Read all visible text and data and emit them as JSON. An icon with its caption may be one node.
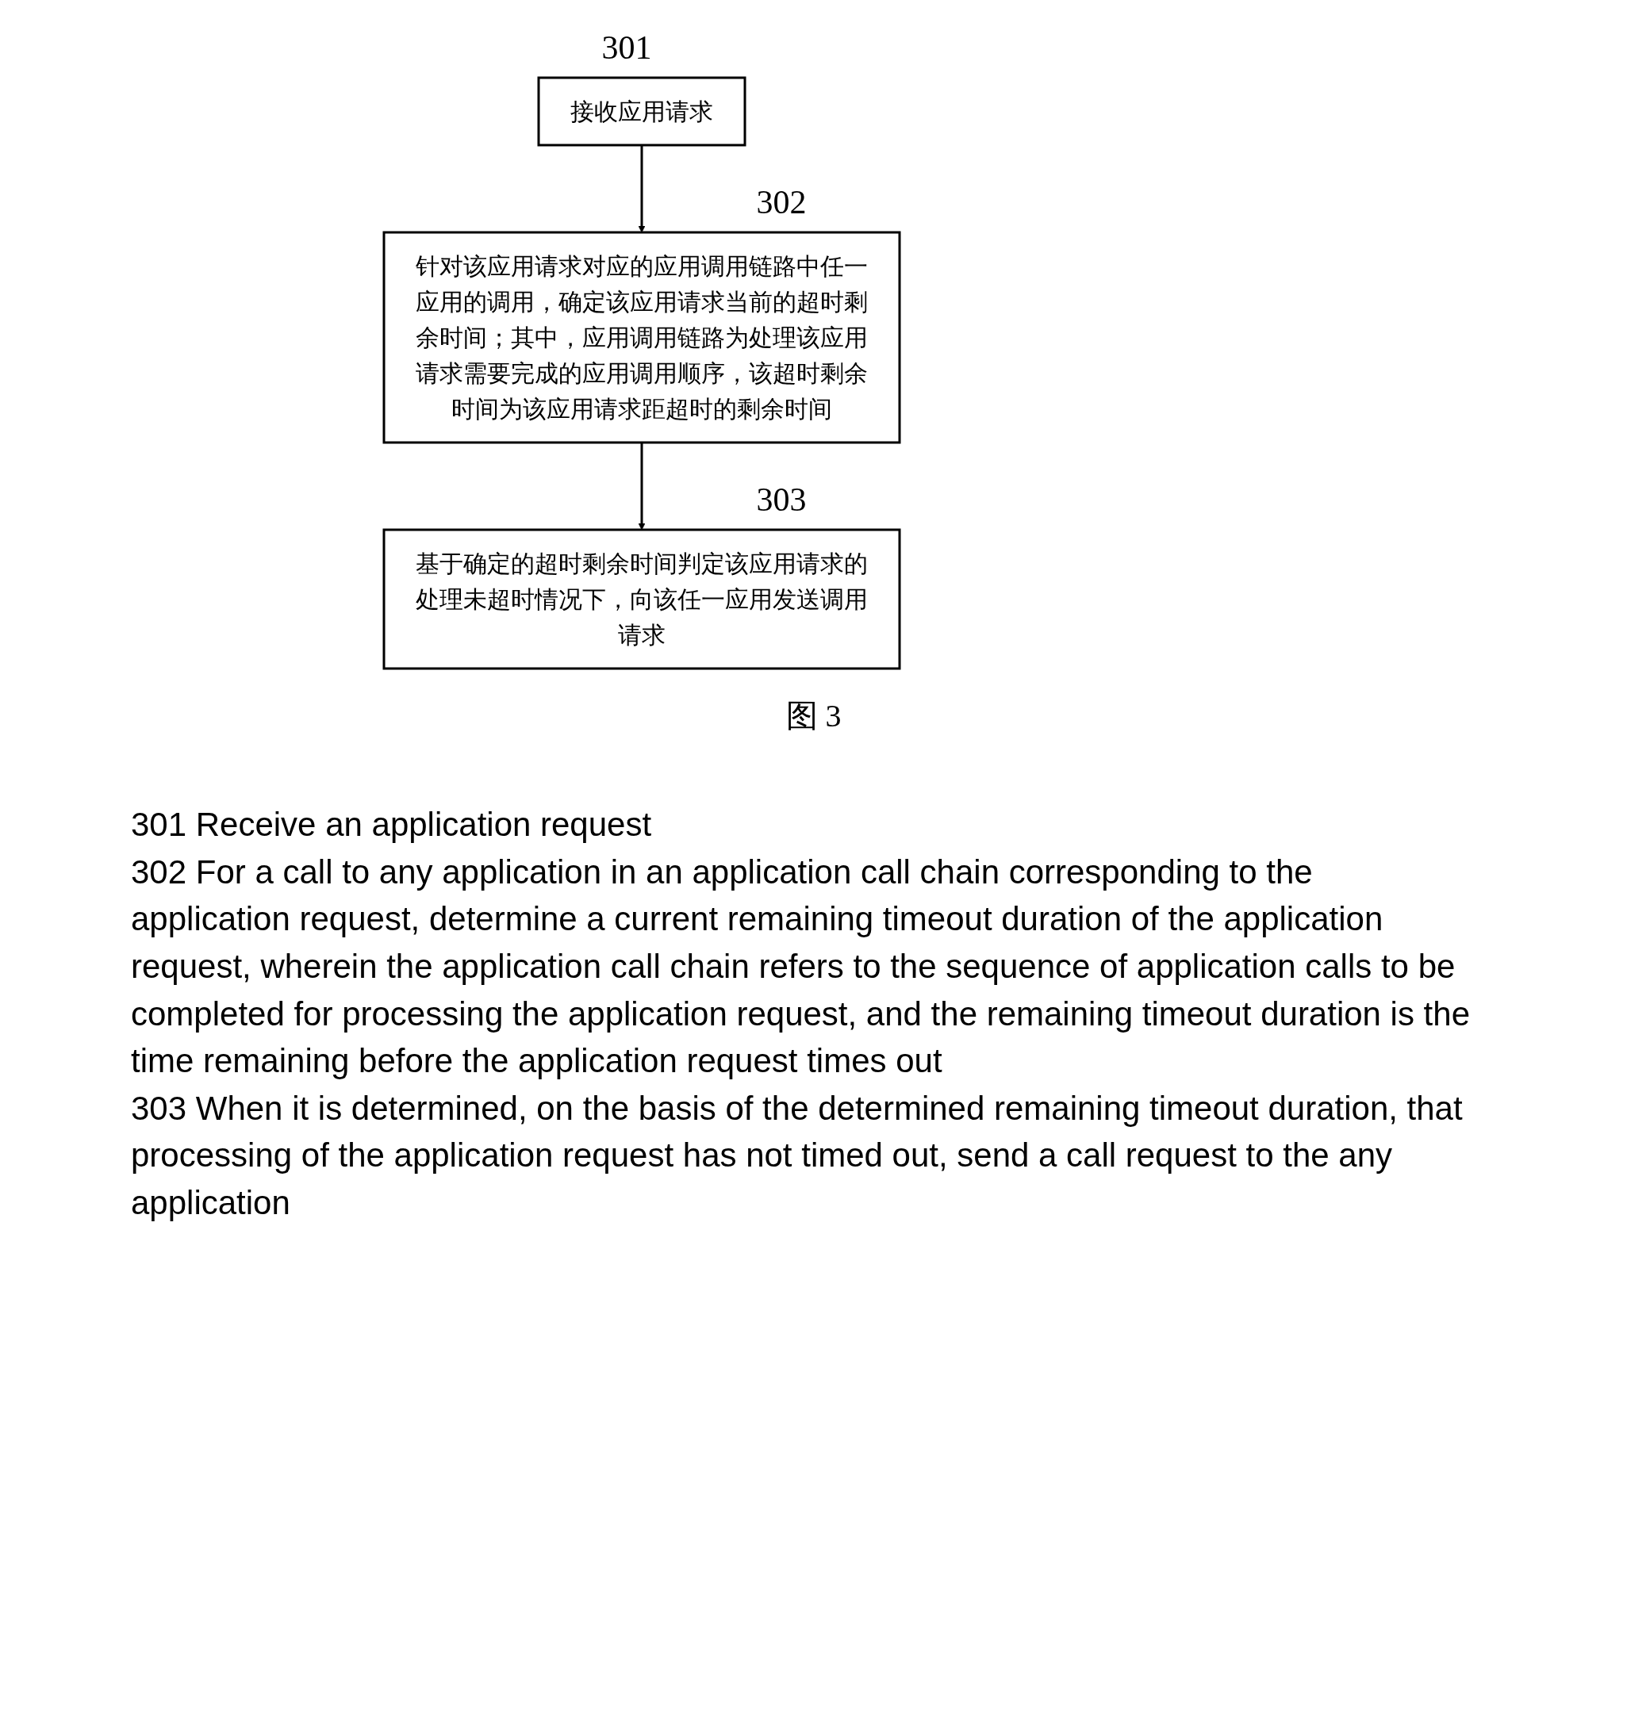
{
  "diagram": {
    "caption": "图 3",
    "nodes": [
      {
        "text": [
          "接收应用请求"
        ],
        "beside": [
          "301"
        ]
      },
      {
        "text": [
          "针对该应用请求对应的应用调用链路中任一应用的调用，确定该应用请求当前的超时剩余时间；其中，应用调用链路为处理该应用请求需要完成的应用调用顺序，该超时剩余时间为该应用请求距超时的剩余时间"
        ],
        "beside": [
          "302"
        ]
      },
      {
        "text": [
          "基于确定的超时剩余时间判定该应用请求的处理未超时情况下，向该任一应用发送调用请求"
        ],
        "beside": [
          "303"
        ]
      }
    ],
    "edges": [
      {
        "from": 0,
        "to": 1,
        "arrow": "to"
      },
      {
        "from": 1,
        "to": 2,
        "arrow": "to"
      }
    ],
    "labels": [
      "301 Receive an application request",
      "302 For a call to any application in an application call chain corresponding to the application request, determine a current remaining timeout duration of the application request, wherein the application call chain refers to the sequence of application calls to be completed for processing the application request, and the remaining timeout duration is the time remaining before the application request times out",
      "303 When it is determined, on the basis of the determined remaining timeout duration, that processing of the application request has not timed out, send a call request to the any application"
    ]
  }
}
